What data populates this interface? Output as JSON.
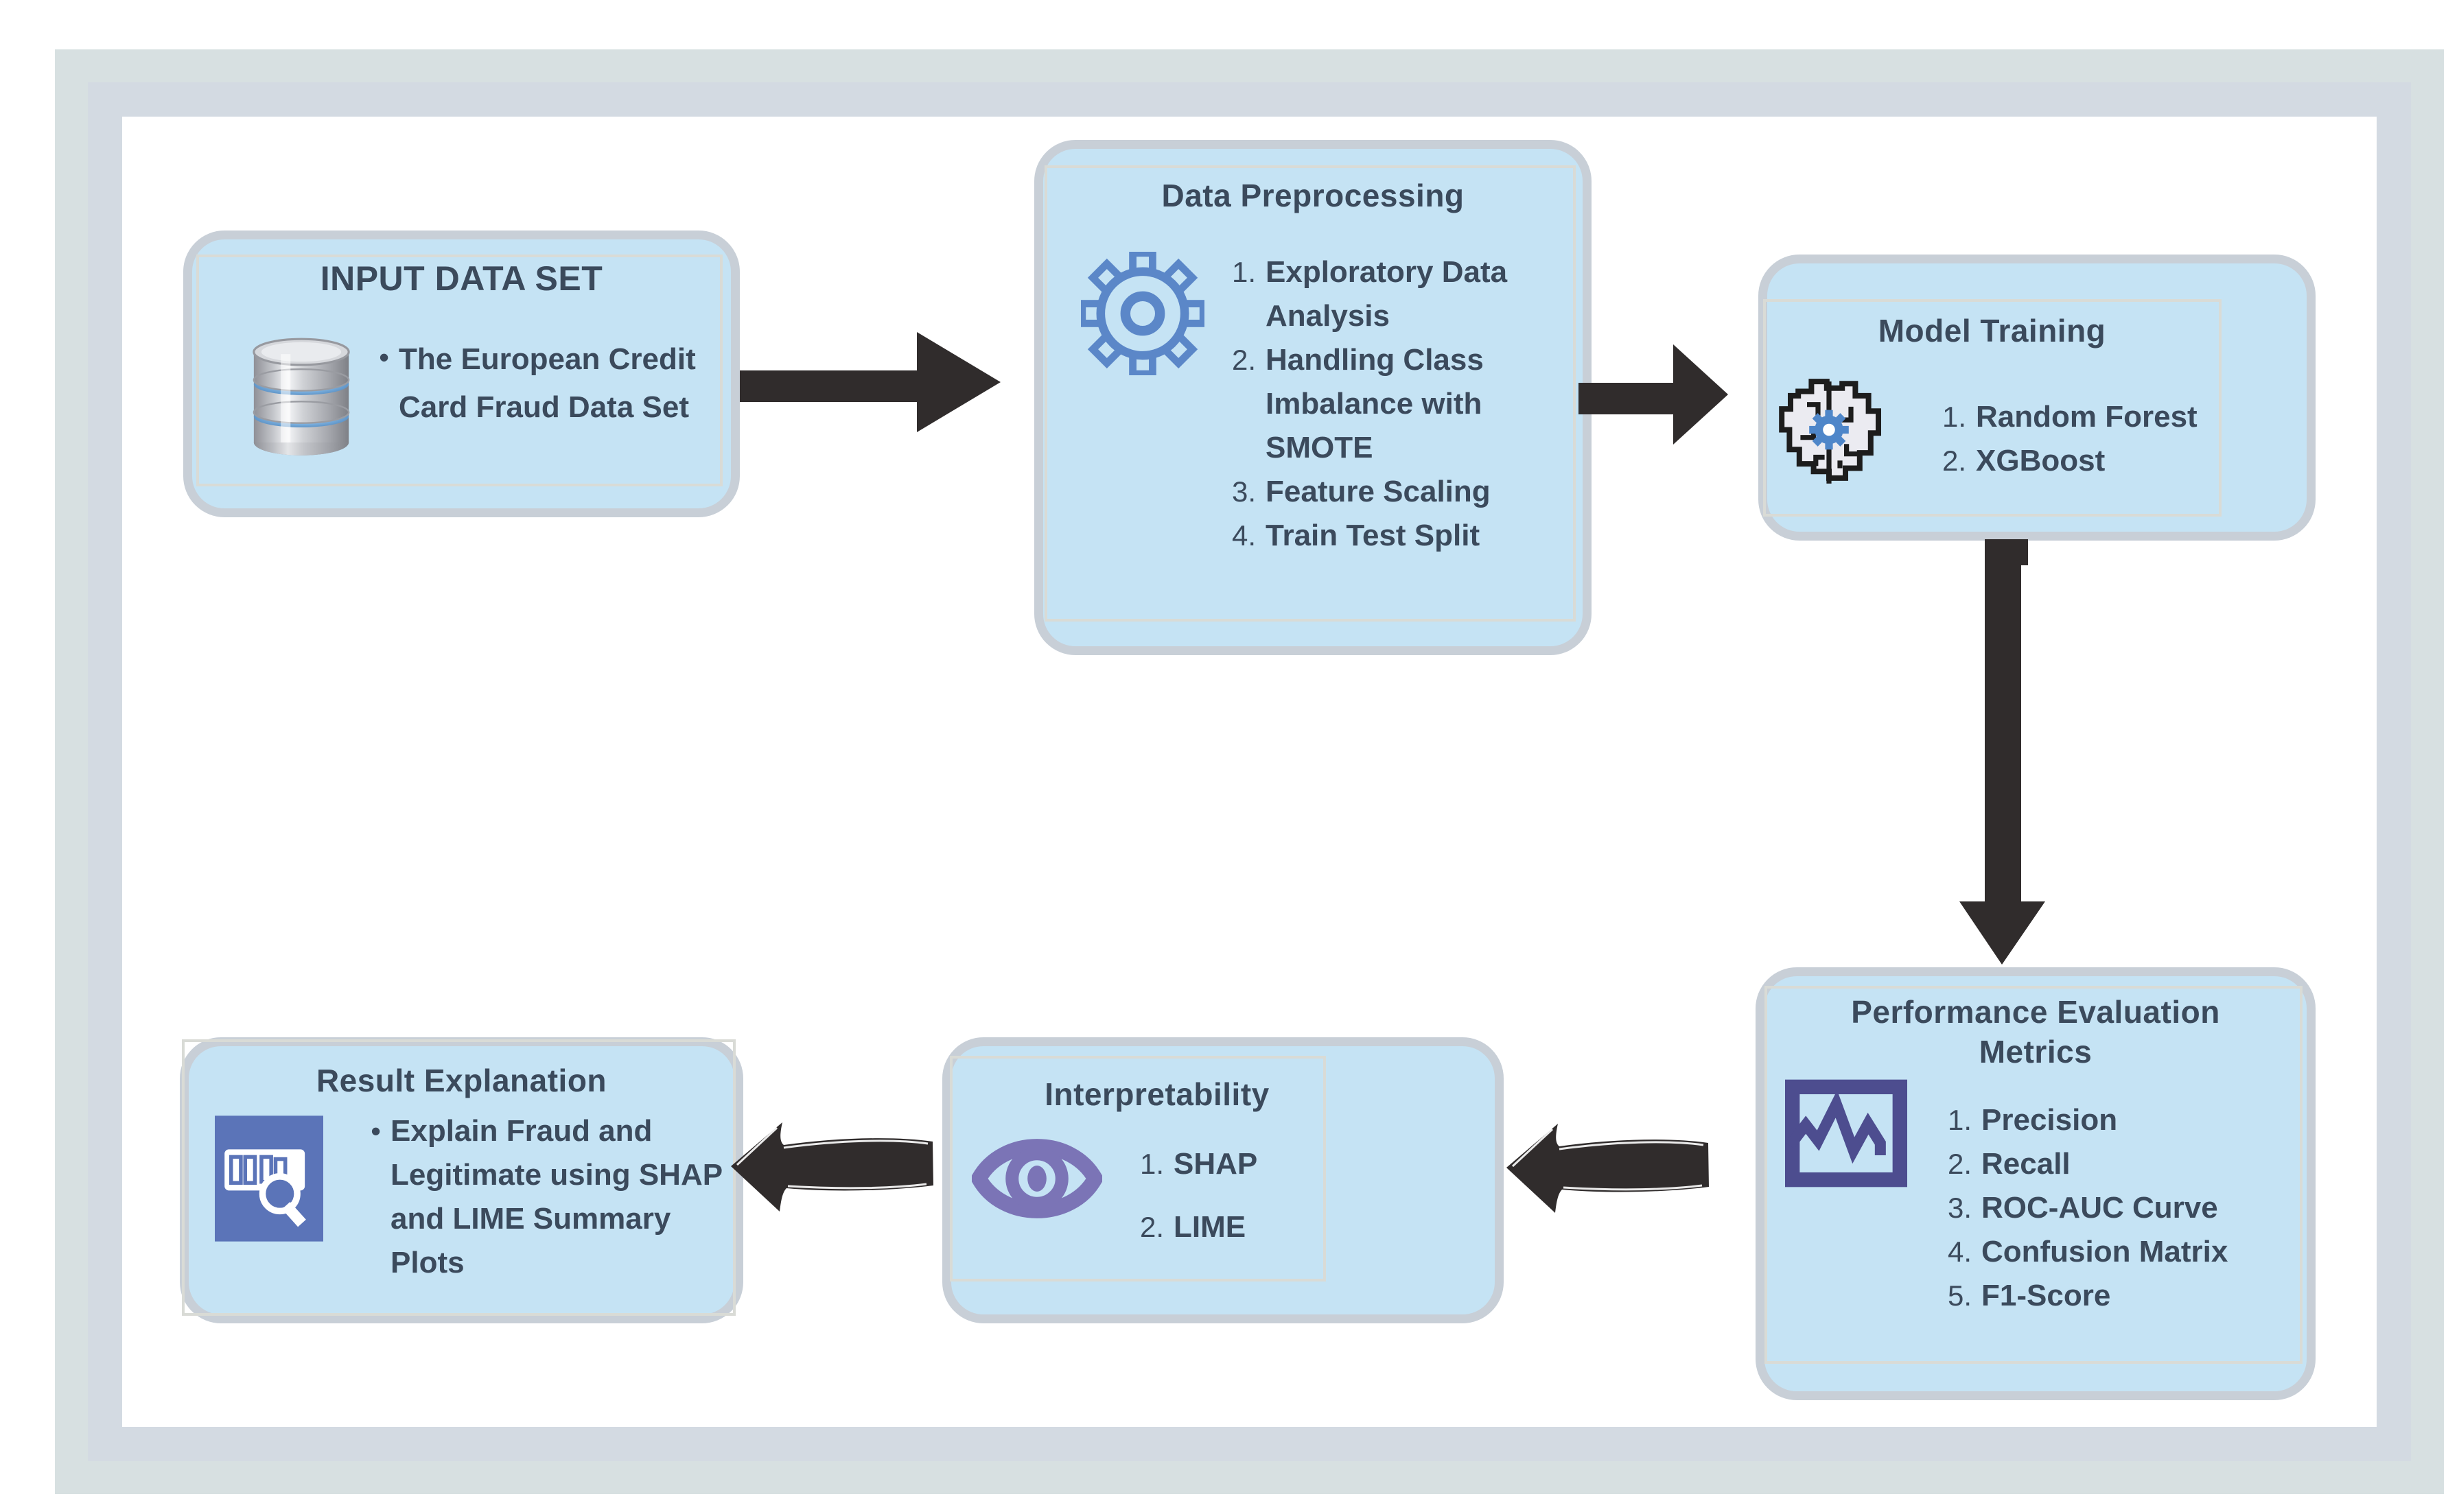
{
  "colors": {
    "box_fill": "#c5e3f4",
    "box_border": "#c8cfd7",
    "inner_rect_border": "#d9dbd6",
    "frame_outer_band": "#d7e0e1",
    "frame_inner_band": "#d3dae2",
    "text": "#3b4a5c",
    "arrow": "#302c2c",
    "gear_blue": "#5b87c8",
    "eye_purple": "#7b74b6",
    "monitor_indigo": "#4d4d8f",
    "result_icon_blue": "#5b74b8"
  },
  "nodes": {
    "input": {
      "title": "INPUT DATA SET",
      "icon": "database-icon",
      "items": [
        {
          "marker": "•",
          "text": "The European Credit Card Fraud Data Set"
        }
      ]
    },
    "preprocessing": {
      "title": "Data Preprocessing",
      "icon": "gear-icon",
      "items": [
        {
          "marker": "1.",
          "text": "Exploratory Data Analysis"
        },
        {
          "marker": "2.",
          "text": "Handling Class Imbalance with SMOTE"
        },
        {
          "marker": "3.",
          "text": "Feature Scaling"
        },
        {
          "marker": "4.",
          "text": "Train Test Split"
        }
      ]
    },
    "training": {
      "title": "Model Training",
      "icon": "brain-icon",
      "items": [
        {
          "marker": "1.",
          "text": "Random Forest"
        },
        {
          "marker": "2.",
          "text": "XGBoost"
        }
      ]
    },
    "evaluation": {
      "title": "Performance Evaluation Metrics",
      "icon": "monitor-icon",
      "items": [
        {
          "marker": "1.",
          "text": "Precision"
        },
        {
          "marker": "2.",
          "text": "Recall"
        },
        {
          "marker": "3.",
          "text": "ROC-AUC Curve"
        },
        {
          "marker": "4.",
          "text": "Confusion Matrix"
        },
        {
          "marker": "5.",
          "text": "F1-Score"
        }
      ]
    },
    "interpretability": {
      "title": "Interpretability",
      "icon": "eye-icon",
      "items": [
        {
          "marker": "1.",
          "text": "SHAP"
        },
        {
          "marker": "2.",
          "text": "LIME"
        }
      ]
    },
    "result": {
      "title": "Result Explanation",
      "icon": "barchart-magnifier-icon",
      "items": [
        {
          "marker": "•",
          "text": "Explain Fraud and Legitimate using SHAP and LIME Summary Plots"
        }
      ]
    }
  }
}
